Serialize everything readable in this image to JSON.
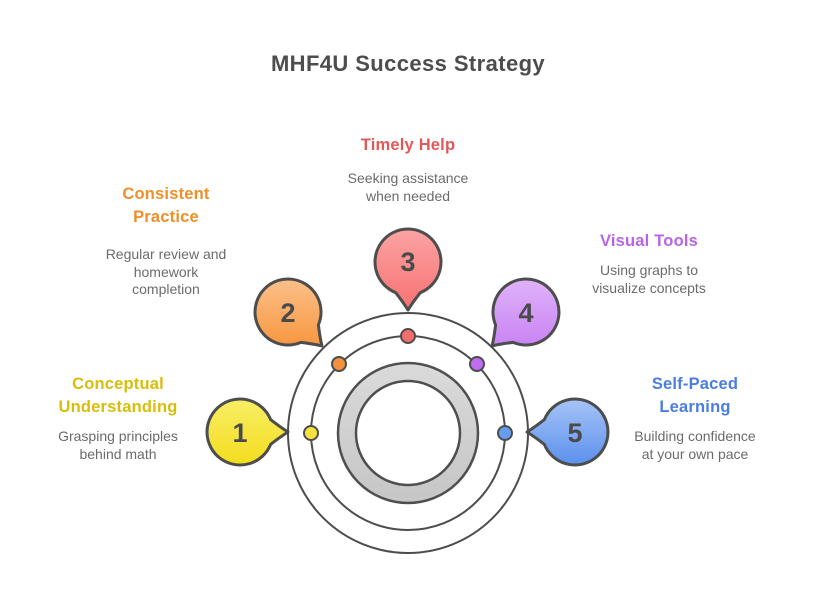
{
  "title": "MHF4U Success Strategy",
  "colors": {
    "title_text": "#4d4d4d",
    "outline": "#4d4d4d",
    "body_text": "#6b6b6b",
    "ring_fill": "#d0d0d0"
  },
  "steps": [
    {
      "number": "1",
      "title_lines": [
        "Conceptual",
        "Understanding"
      ],
      "desc_lines": [
        "Grasping principles",
        "behind math"
      ],
      "title_color": "#d8bd0a",
      "bubble_top": "#f9ee66",
      "bubble_bottom": "#f3dd1e",
      "dot_color": "#f4e23e"
    },
    {
      "number": "2",
      "title_lines": [
        "Consistent",
        "Practice"
      ],
      "desc_lines": [
        "Regular review and",
        "homework",
        "completion"
      ],
      "title_color": "#ef8f27",
      "bubble_top": "#fbc08a",
      "bubble_bottom": "#f79740",
      "dot_color": "#f0923e"
    },
    {
      "number": "3",
      "title_lines": [
        "Timely Help"
      ],
      "desc_lines": [
        "Seeking assistance",
        "when needed"
      ],
      "title_color": "#e25858",
      "bubble_top": "#fba3a3",
      "bubble_bottom": "#f87272",
      "dot_color": "#f26d6d"
    },
    {
      "number": "4",
      "title_lines": [
        "Visual Tools"
      ],
      "desc_lines": [
        "Using graphs to",
        "visualize concepts"
      ],
      "title_color": "#b765e5",
      "bubble_top": "#dfb3f9",
      "bubble_bottom": "#c983f3",
      "dot_color": "#bd6ef0"
    },
    {
      "number": "5",
      "title_lines": [
        "Self-Paced",
        "Learning"
      ],
      "desc_lines": [
        "Building confidence",
        "at your own pace"
      ],
      "title_color": "#4a7de2",
      "bubble_top": "#a6c4f7",
      "bubble_bottom": "#5b90ec",
      "dot_color": "#679cee"
    }
  ]
}
